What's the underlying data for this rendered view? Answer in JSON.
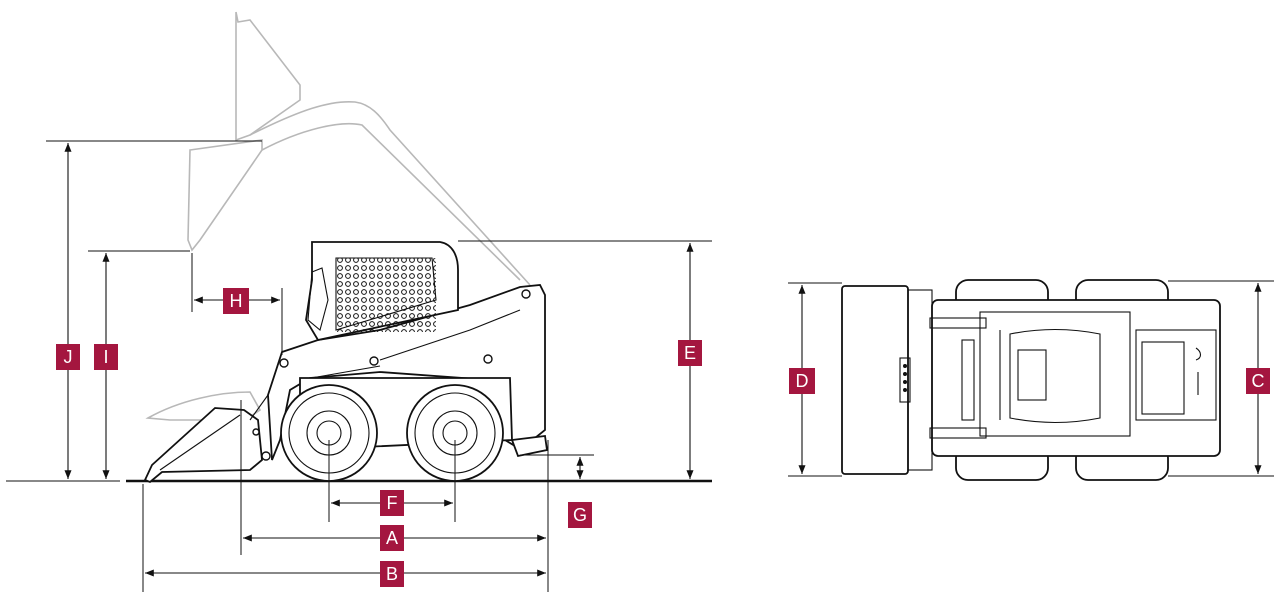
{
  "colors": {
    "badge": "#a4163f",
    "line": "#111111",
    "ghost": "#b8b8b8"
  },
  "labels": {
    "A": "A",
    "B": "B",
    "C": "C",
    "D": "D",
    "E": "E",
    "F": "F",
    "G": "G",
    "H": "H",
    "I": "I",
    "J": "J"
  }
}
